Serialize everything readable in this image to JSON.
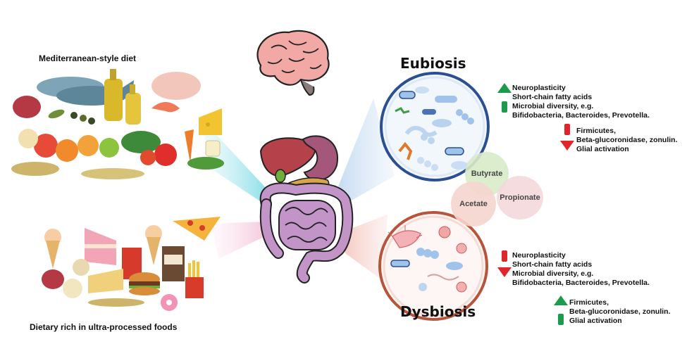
{
  "diets": {
    "mediterranean_label": "Mediterranean-style diet",
    "ultraprocessed_label": "Dietary rich in ultra-processed foods"
  },
  "eubiosis": {
    "title": "Eubiosis",
    "up_effects": [
      "Neuroplasticity",
      "Short-chain fatty acids",
      "Microbial diversity, e.g.",
      "Bifidobacteria, Bacteroides, Prevotella."
    ],
    "down_effects": [
      "Firmicutes,",
      "Beta-glucoronidase, zonulin.",
      "Glial activation"
    ]
  },
  "dysbiosis": {
    "title": "Dysbiosis",
    "down_effects": [
      "Neuroplasticity",
      "Short-chain fatty acids",
      "Microbial diversity, e.g.",
      "Bifidobacteria, Bacteroides, Prevotella."
    ],
    "up_effects": [
      "Firmicutes,",
      "Beta-glucoronidase, zonulin.",
      "Glial activation"
    ]
  },
  "scfa": {
    "butyrate": "Butyrate",
    "acetate": "Acetate",
    "propionate": "Propionate"
  },
  "colors": {
    "up_arrow": "#1e9a4e",
    "down_arrow": "#e0262b",
    "eubiosis_ring": "#2b4f93",
    "dysbiosis_ring": "#b8543b",
    "butyrate_bubble": "#d8ecc8",
    "acetate_bubble": "#f7d5cf",
    "propionate_bubble": "#f3d9dc"
  }
}
